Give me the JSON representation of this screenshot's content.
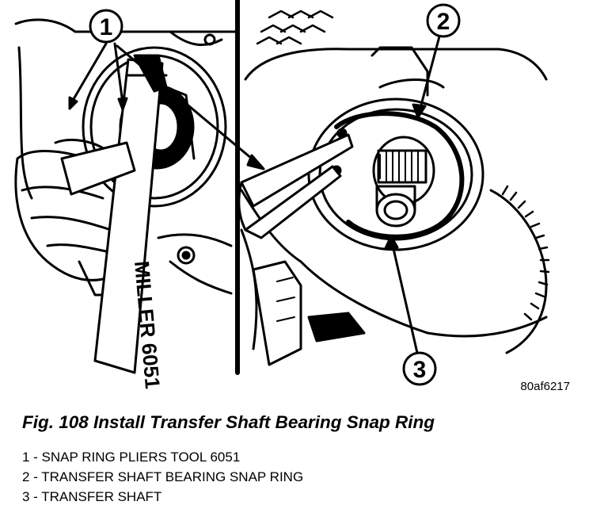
{
  "figure": {
    "caption": "Fig. 108 Install Transfer Shaft Bearing Snap Ring",
    "image_id": "80af6217",
    "tool_marking": "MILLER 6051"
  },
  "callouts": [
    {
      "number": "1"
    },
    {
      "number": "2"
    },
    {
      "number": "3"
    }
  ],
  "legend": [
    {
      "text": "1 - SNAP RING PLIERS TOOL 6051"
    },
    {
      "text": "2 - TRANSFER SHAFT BEARING SNAP RING"
    },
    {
      "text": "3 - TRANSFER SHAFT"
    }
  ]
}
